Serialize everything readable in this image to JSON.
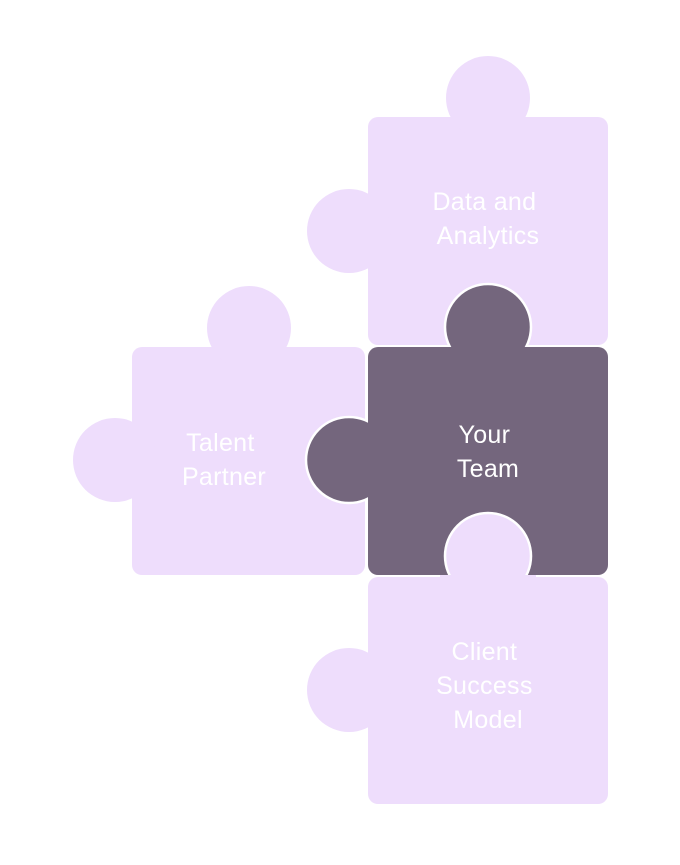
{
  "colors": {
    "light_piece": "#EEDDFC",
    "dark_piece": "#74667D",
    "text_on_light": "#FFFFFF",
    "text_on_dark": "#FFFFFF",
    "background": "#FFFFFF"
  },
  "pieces": {
    "data_analytics": {
      "lines": [
        "Data and",
        "Analytics"
      ]
    },
    "talent_partner": {
      "lines": [
        "Talent",
        "Partner"
      ]
    },
    "your_team": {
      "lines": [
        "Your",
        "Team"
      ]
    },
    "client_success": {
      "lines": [
        "Client",
        "Success",
        "Model"
      ]
    }
  }
}
